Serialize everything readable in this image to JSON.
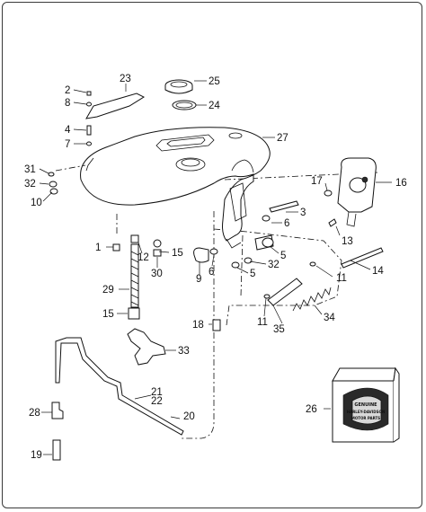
{
  "diagram": {
    "callouts": {
      "c1": "1",
      "c2": "2",
      "c3": "3",
      "c4": "4",
      "c5a": "5",
      "c5b": "5",
      "c6a": "6",
      "c6b": "6",
      "c7": "7",
      "c8": "8",
      "c9": "9",
      "c10": "10",
      "c11a": "11",
      "c11b": "11",
      "c12": "12",
      "c13": "13",
      "c14": "14",
      "c15a": "15",
      "c15b": "15",
      "c16": "16",
      "c17": "17",
      "c18": "18",
      "c19": "19",
      "c20": "20",
      "c21": "21",
      "c22": "22",
      "c23": "23",
      "c24": "24",
      "c25": "25",
      "c26": "26",
      "c27": "27",
      "c28": "28",
      "c29": "29",
      "c30": "30",
      "c31": "31",
      "c32a": "32",
      "c32b": "32",
      "c33": "33",
      "c34": "34",
      "c35": "35"
    },
    "logo": {
      "line1": "GENUINE",
      "line2": "HARLEY-DAVIDSON",
      "line3": "MOTOR PARTS"
    }
  }
}
